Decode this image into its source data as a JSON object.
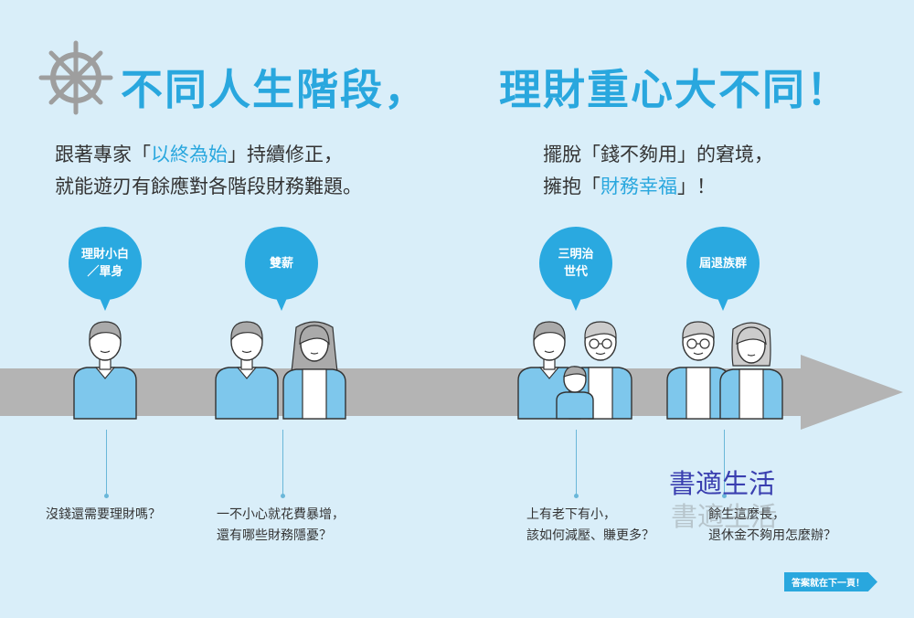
{
  "header": {
    "title_left": "不同人生階段，",
    "title_right": "理財重心大不同！"
  },
  "intro_left": {
    "line1_pre": "跟著專家「",
    "line1_hl": "以終為始",
    "line1_post": "」持續修正，",
    "line2": "就能遊刃有餘應對各階段財務難題。"
  },
  "intro_right": {
    "line1": "擺脫「錢不夠用」的窘境，",
    "line2_pre": "擁抱「",
    "line2_hl": "財務幸福",
    "line2_post": "」！"
  },
  "stages": [
    {
      "label_line1": "理財小白",
      "label_line2": "／單身",
      "question_line1": "沒錢還需要理財嗎？",
      "question_line2": ""
    },
    {
      "label_line1": "雙薪",
      "label_line2": "",
      "question_line1": "一不小心就花費暴增，",
      "question_line2": "還有哪些財務隱憂？"
    },
    {
      "label_line1": "三明治",
      "label_line2": "世代",
      "question_line1": "上有老下有小，",
      "question_line2": "該如何減壓、賺更多？"
    },
    {
      "label_line1": "屆退族群",
      "label_line2": "",
      "question_line1": "餘生這麼長，",
      "question_line2": "退休金不夠用怎麼辦？"
    }
  ],
  "watermark": "書適生活",
  "next_page": "答案就在下一頁！",
  "colors": {
    "accent": "#29a7de",
    "background": "#d9eef9",
    "arrow": "#b4b4b4",
    "shirt": "#7ec7ec",
    "wheel": "#9e9e9e"
  }
}
